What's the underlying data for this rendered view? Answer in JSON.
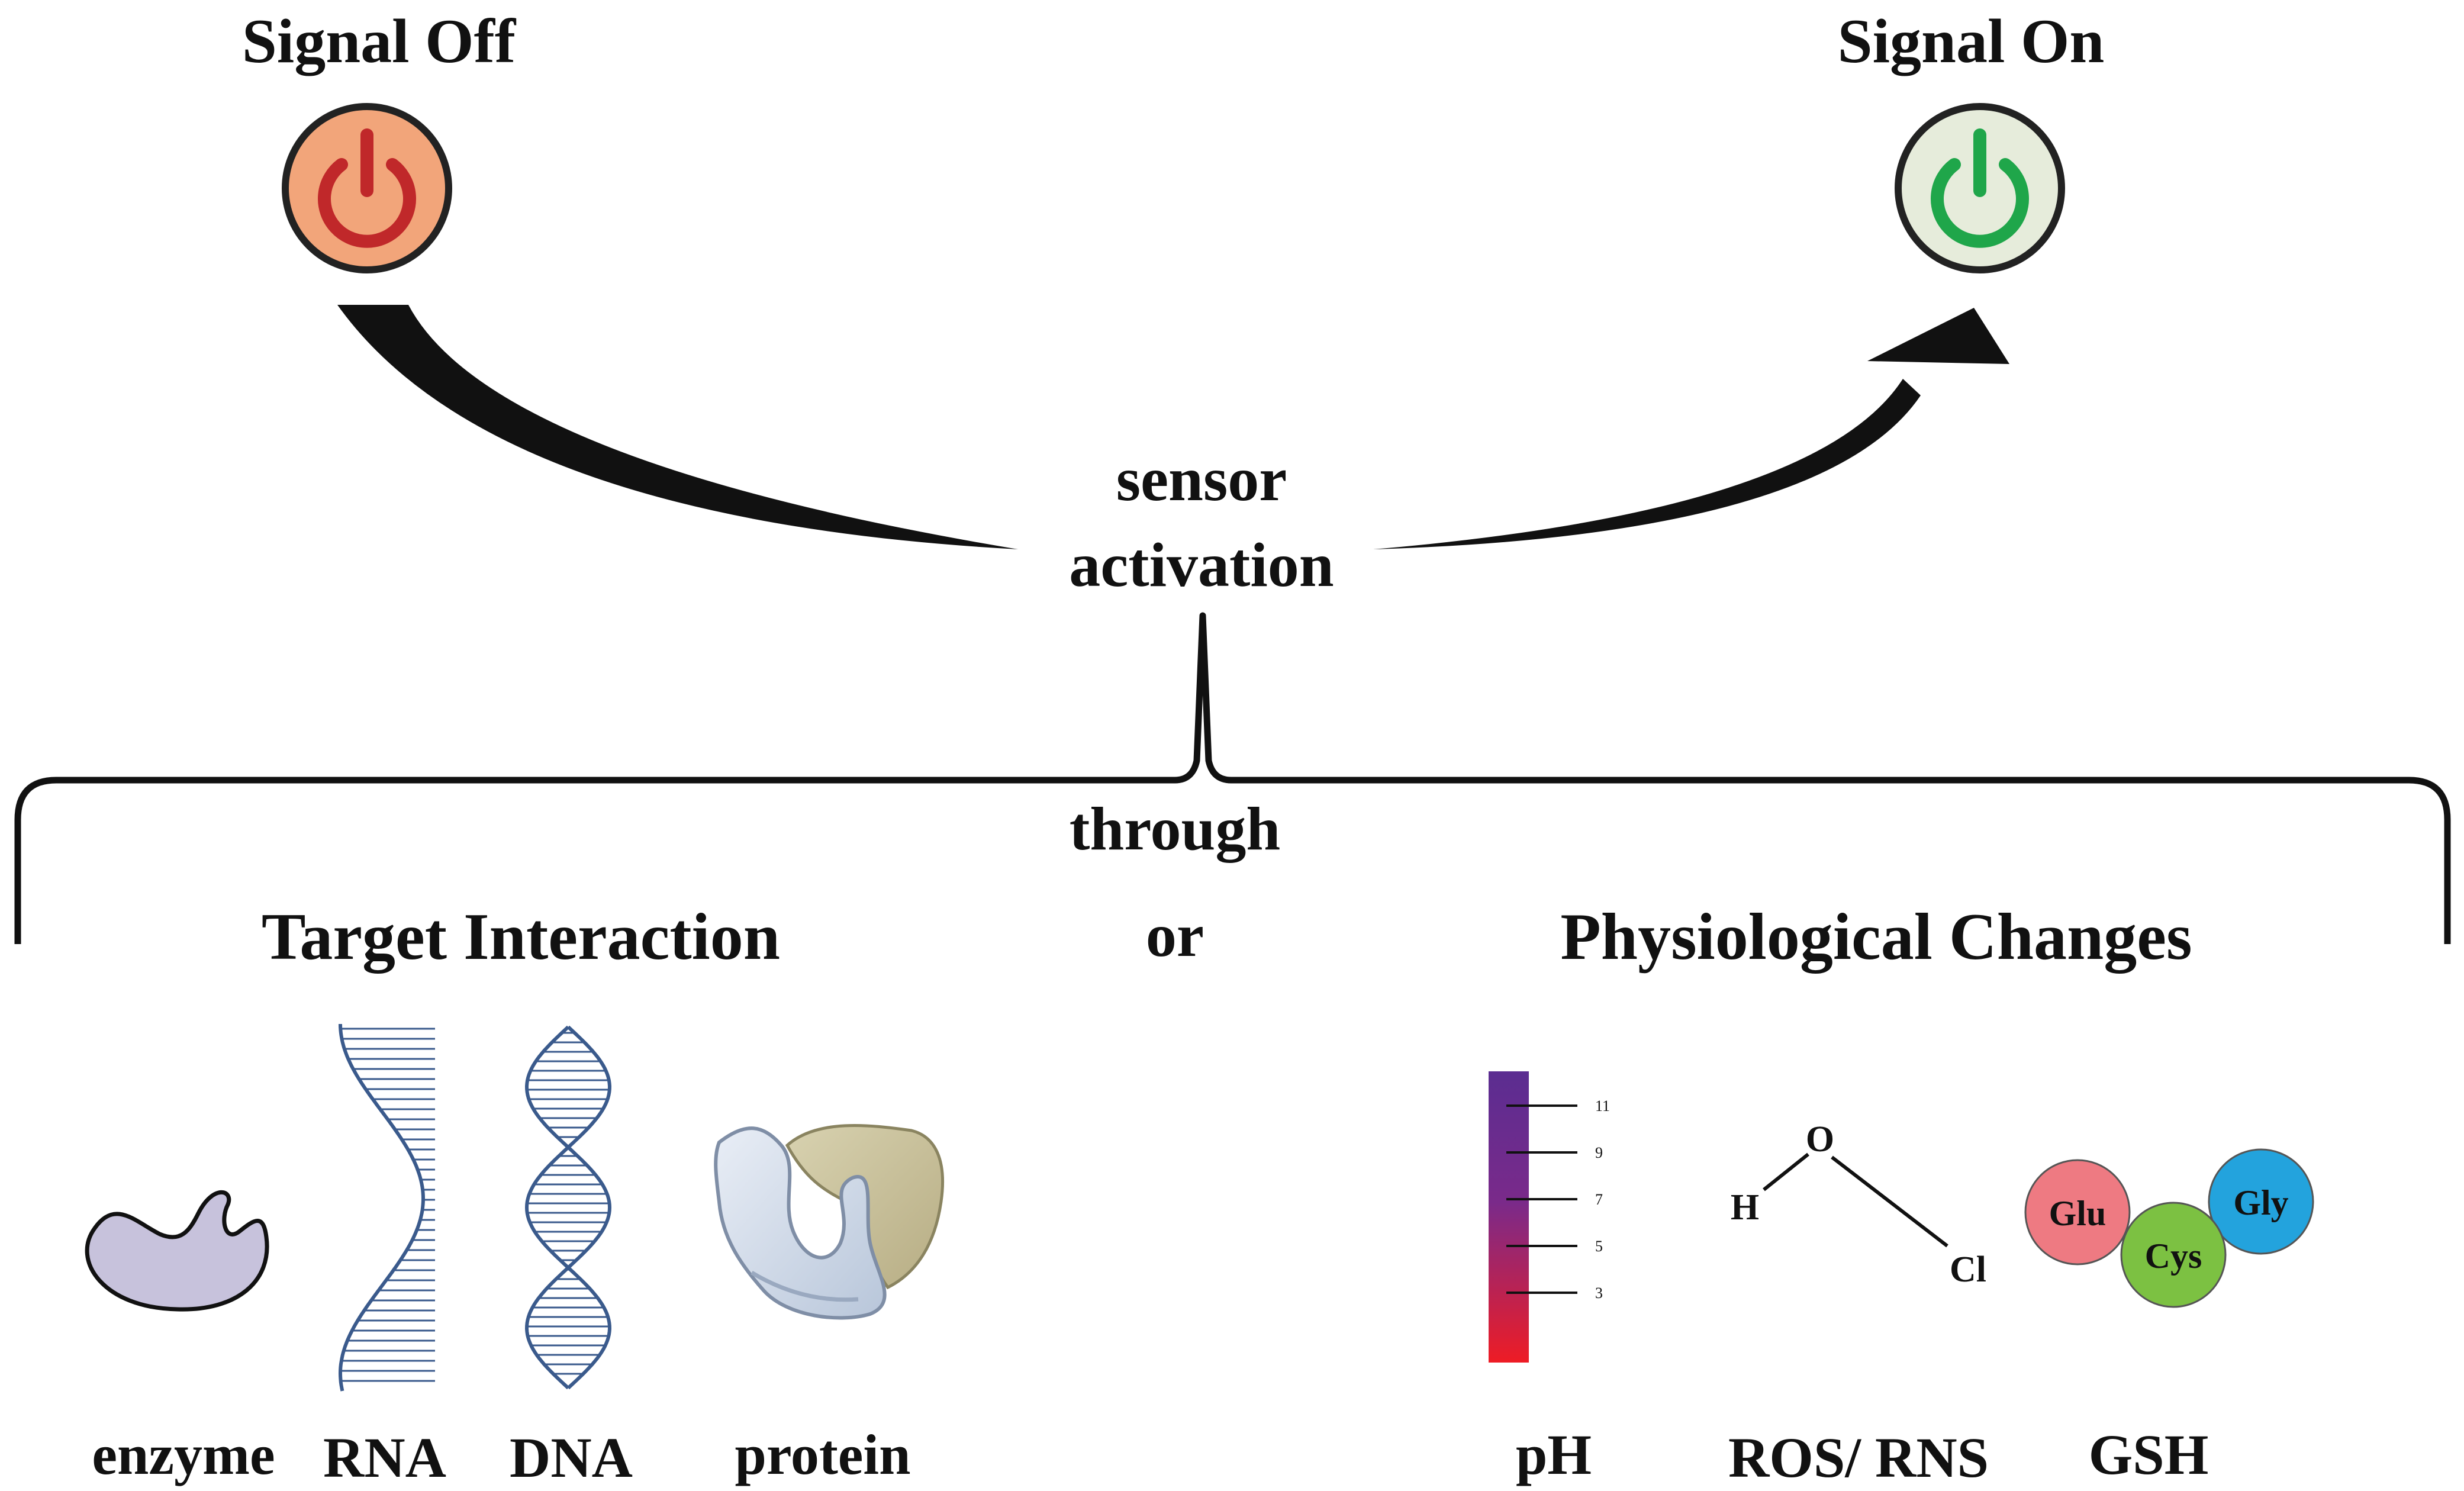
{
  "states": {
    "off": {
      "label": "Signal Off",
      "fill": "#f2a57a",
      "ring": "#222222",
      "symbol_color": "#c0282a"
    },
    "on": {
      "label": "Signal On",
      "fill": "#e6ecdb",
      "ring": "#222222",
      "symbol_color": "#1fa64a"
    }
  },
  "center": {
    "line1": "sensor",
    "line2": "activation"
  },
  "connector": {
    "through": "through",
    "or": "or"
  },
  "groups": {
    "target": {
      "title": "Target Interaction",
      "items": [
        {
          "label": "enzyme",
          "icon": "enzyme-blob-icon"
        },
        {
          "label": "RNA",
          "icon": "single-strand-helix-icon"
        },
        {
          "label": "DNA",
          "icon": "double-helix-icon"
        },
        {
          "label": "protein",
          "icon": "protein-ribbon-icon"
        }
      ]
    },
    "physio": {
      "title": "Physiological Changes",
      "items": [
        {
          "label": "pH",
          "icon": "ph-scale-icon"
        },
        {
          "label": "ROS/ RNS",
          "icon": "hocl-molecule-icon"
        },
        {
          "label": "GSH",
          "icon": "tripeptide-icon"
        }
      ]
    }
  },
  "ph_scale": {
    "ticks": [
      "11",
      "9",
      "7",
      "5",
      "3"
    ],
    "top_color": "#5b2d91",
    "bottom_color": "#ee1c25"
  },
  "molecule": {
    "atoms": [
      "H",
      "O",
      "Cl"
    ]
  },
  "tripeptide": [
    {
      "name": "Glu",
      "color": "#ee7a82"
    },
    {
      "name": "Cys",
      "color": "#7cc142"
    },
    {
      "name": "Gly",
      "color": "#23a3dd"
    }
  ],
  "colors": {
    "enzyme": "#c7c2dc",
    "helix": "#3a5a8c",
    "ink": "#111111"
  }
}
